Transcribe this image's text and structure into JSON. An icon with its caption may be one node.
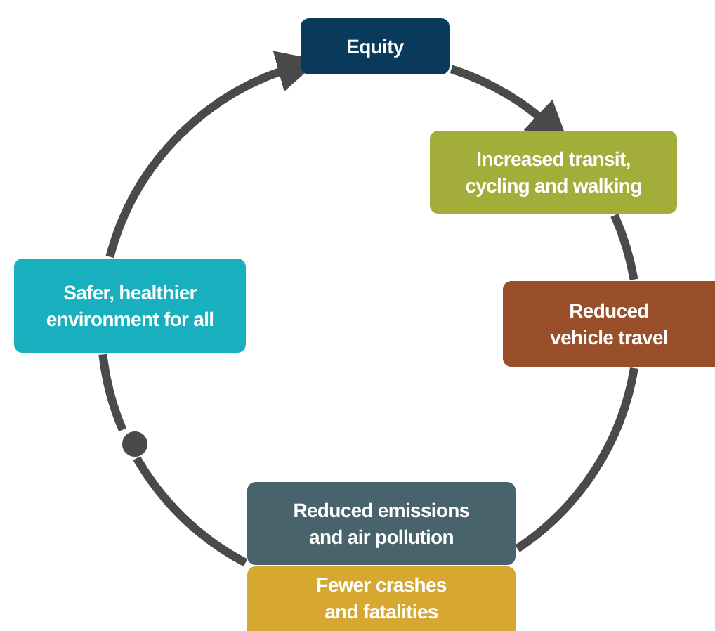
{
  "diagram": {
    "nodes": [
      {
        "text": [
          "Equity"
        ]
      },
      {
        "text": [
          "Increased transit, cycling and walking"
        ]
      },
      {
        "text": [
          "Reduced vehicle travel"
        ]
      },
      {
        "text": [
          "Reduced emissions and air pollution"
        ]
      },
      {
        "text": [
          "Fewer crashes and fatalities"
        ]
      },
      {
        "text": [
          "Safer, healthier environment for all"
        ]
      },
      {
        "text": [],
        "shape": "circle"
      }
    ],
    "edges": [
      {
        "from": 0,
        "to": 1,
        "arrow": "to"
      },
      {
        "from": 1,
        "to": 2,
        "arrow": "none"
      },
      {
        "from": 2,
        "to": 3,
        "arrow": "none"
      },
      {
        "from": 3,
        "to": 6,
        "arrow": "none"
      },
      {
        "from": 6,
        "to": 5,
        "arrow": "none"
      },
      {
        "from": 5,
        "to": 0,
        "arrow": "to"
      }
    ]
  }
}
